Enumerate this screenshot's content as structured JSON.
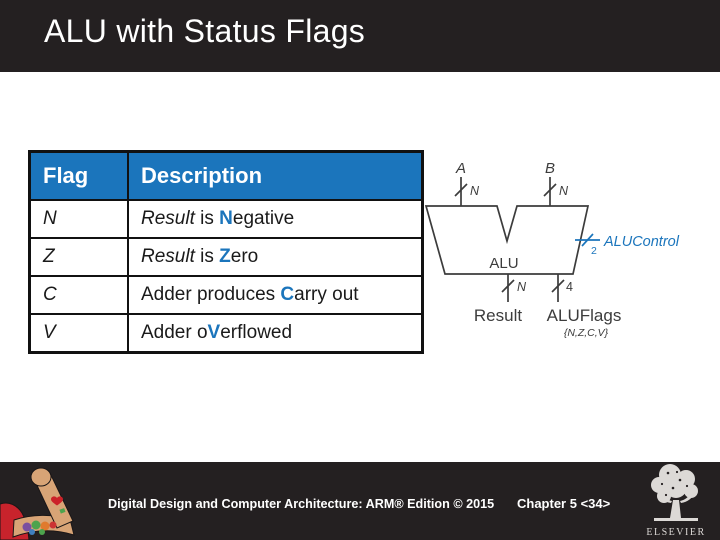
{
  "slide": {
    "title": "ALU with Status Flags"
  },
  "table": {
    "headers": [
      "Flag",
      "Description"
    ],
    "rows": [
      {
        "flag": "N",
        "desc": [
          {
            "text": "Result",
            "style": "italic"
          },
          {
            "text": " is ",
            "style": "normal"
          },
          {
            "text": "N",
            "style": "accent"
          },
          {
            "text": "egative",
            "style": "normal"
          }
        ]
      },
      {
        "flag": "Z",
        "desc": [
          {
            "text": "Result",
            "style": "italic"
          },
          {
            "text": " is ",
            "style": "normal"
          },
          {
            "text": "Z",
            "style": "accent"
          },
          {
            "text": "ero",
            "style": "normal"
          }
        ]
      },
      {
        "flag": "C",
        "desc": [
          {
            "text": "Adder produces ",
            "style": "normal"
          },
          {
            "text": "C",
            "style": "accent"
          },
          {
            "text": "arry out",
            "style": "normal"
          }
        ]
      },
      {
        "flag": "V",
        "desc": [
          {
            "text": "Adder o",
            "style": "normal"
          },
          {
            "text": "V",
            "style": "accent"
          },
          {
            "text": "erflowed",
            "style": "normal"
          }
        ]
      }
    ]
  },
  "diagram": {
    "input_a": "A",
    "input_b": "B",
    "bus_width_a": "N",
    "bus_width_b": "N",
    "bus_width_result": "N",
    "bus_width_flags": "4",
    "bus_width_control": "2",
    "alu_label": "ALU",
    "control_label": "ALUControl",
    "output_result": "Result",
    "output_flags": "ALUFlags",
    "flags_set": "{N,Z,C,V}"
  },
  "footer": {
    "citation": "Digital Design and Computer Architecture: ARM® Edition © 2015",
    "chapter": "Chapter 5 <34>",
    "logo_text": "ELSEVIER"
  },
  "colors": {
    "accent_blue": "#1B75BC",
    "bar_dark": "#242021",
    "diagram_ink": "#3c3c3c"
  }
}
